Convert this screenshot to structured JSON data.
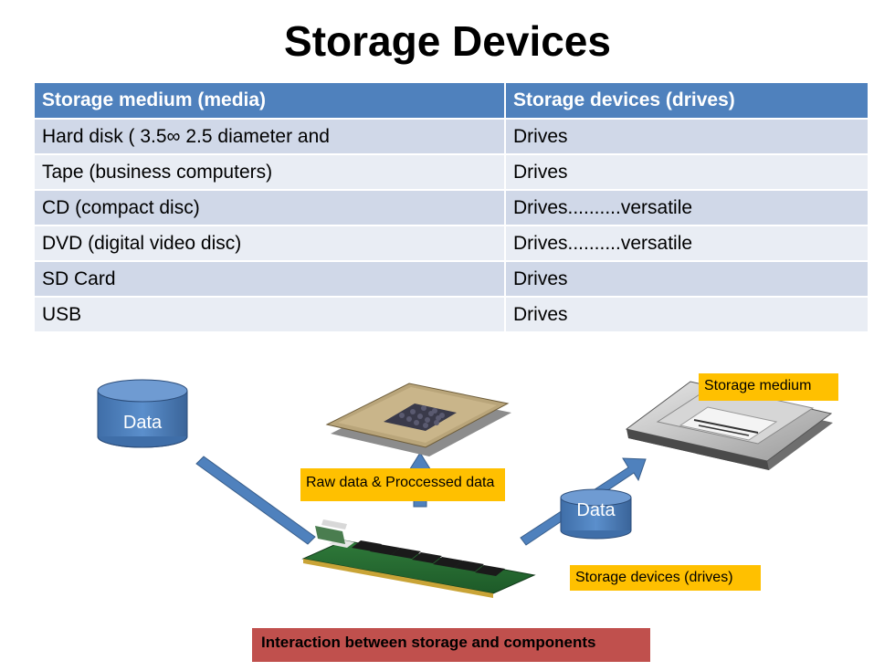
{
  "title": "Storage Devices",
  "table": {
    "headers": [
      "Storage medium (media)",
      "Storage  devices  (drives)"
    ],
    "rows": [
      [
        "Hard disk ( 3.5∞  2.5 diameter and",
        "Drives"
      ],
      [
        "Tape (business computers)",
        "Drives"
      ],
      [
        "CD (compact disc)",
        "Drives..........versatile"
      ],
      [
        "DVD (digital video disc)",
        "Drives..........versatile"
      ],
      [
        "SD Card",
        "Drives"
      ],
      [
        "USB",
        "Drives"
      ]
    ]
  },
  "diagram": {
    "data_left_label": "Data",
    "data_right_label": "Data",
    "raw_data_label": "Raw data & Proccessed data",
    "storage_medium_label": "Storage medium",
    "storage_devices_label": "Storage devices (drives)",
    "interaction_label": "Interaction between storage and components",
    "colors": {
      "accent_blue": "#4f81bd",
      "orange": "#ffc000",
      "red": "#c0504d"
    },
    "icons": [
      "cpu-chip-icon",
      "hard-drive-icon",
      "ram-module-icon",
      "data-cylinder-icon"
    ]
  }
}
